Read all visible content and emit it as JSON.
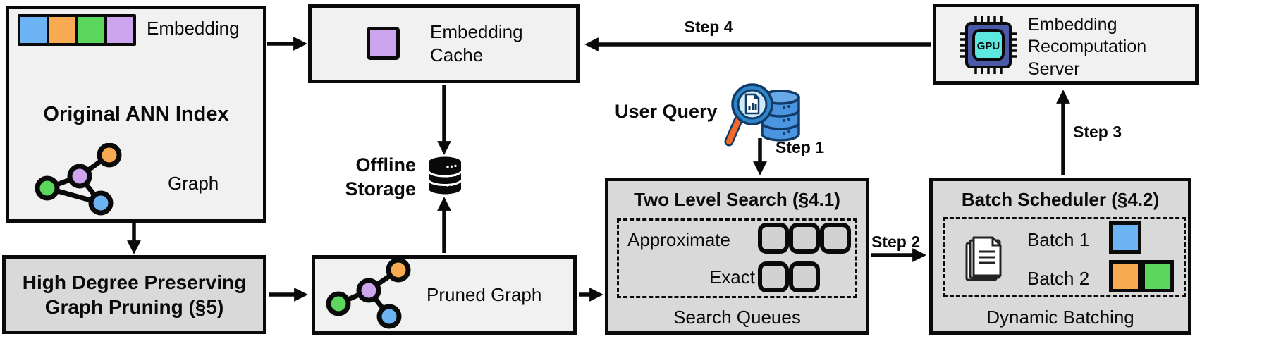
{
  "figure": {
    "original_ann_index": {
      "title": "Original ANN Index",
      "embedding_label": "Embedding",
      "graph_label": "Graph"
    },
    "high_degree_pruning": {
      "label": "High Degree Preserving\nGraph Pruning (§5)"
    },
    "embedding_cache": {
      "label": "Embedding\nCache"
    },
    "offline_storage": {
      "label": "Offline\nStorage"
    },
    "pruned_graph": {
      "label": "Pruned Graph"
    },
    "user_query": {
      "label": "User Query"
    },
    "two_level_search": {
      "title": "Two Level Search (§4.1)",
      "approximate_label": "Approximate",
      "exact_label": "Exact",
      "footer": "Search Queues",
      "approximate_queue_count": 3,
      "exact_queue_count": 2
    },
    "batch_scheduler": {
      "title": "Batch Scheduler (§4.2)",
      "batch1_label": "Batch 1",
      "batch2_label": "Batch 2",
      "footer": "Dynamic Batching"
    },
    "recomputation_server": {
      "label": "Embedding\nRecomputation\nServer",
      "chip_label": "GPU"
    },
    "steps": {
      "step1": "Step 1",
      "step2": "Step 2",
      "step3": "Step 3",
      "step4": "Step 4"
    },
    "colors": {
      "embedding_blue": "#6db4f5",
      "embedding_orange": "#f8ab53",
      "embedding_green": "#5cd65c",
      "embedding_purple": "#cda4ee",
      "box_light": "#f1f1f1",
      "box_dark": "#d9d9d9",
      "outline": "#0a0a0a",
      "gpu_chip_body": "#4a5aa8",
      "gpu_chip_core": "#5ce8de",
      "query_db_blue": "#4a94e0",
      "magnifier_handle_orange": "#f2692a"
    }
  }
}
